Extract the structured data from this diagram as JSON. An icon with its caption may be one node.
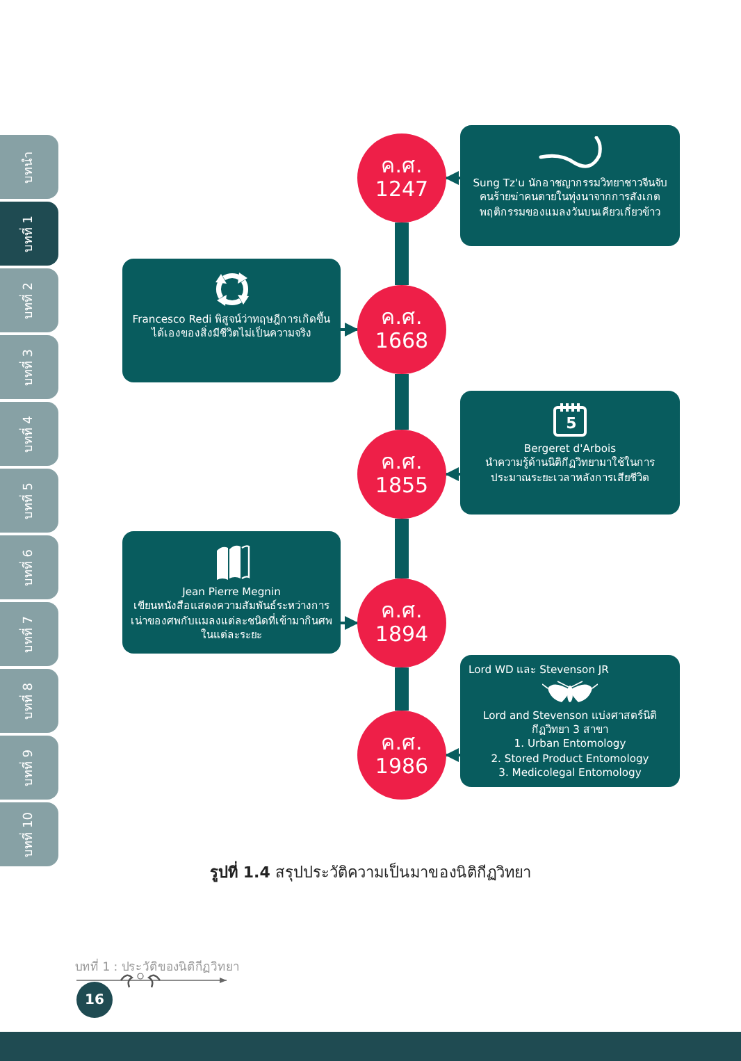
{
  "diagram": {
    "caption": "**รูปที่ 1.4** สรุปประวัติความเป็นมาของนิติกีฏวิทยา",
    "nodes": [
      {
        "text": [
          "ค.ศ. 1247"
        ]
      },
      {
        "text": [
          "Sung Tz'u นักอาชญากรรมวิทยาชาวจีนจับคนร้ายฆ่าคนตายในทุ่งนาจากการสังเกตพฤติกรรมของแมลงวันบนเคียวเกี่ยวข้าว"
        ]
      },
      {
        "text": [
          "Francesco Redi พิสูจน์ว่าทฤษฎีการเกิดขึ้นได้เองของสิ่งมีชีวิตไม่เป็นความจริง"
        ]
      },
      {
        "text": [
          "ค.ศ. 1668"
        ]
      },
      {
        "text": [
          "ค.ศ. 1855"
        ]
      },
      {
        "text": [
          "Bergeret d'Arbois",
          "นำความรู้ด้านนิติกีฏวิทยามาใช้ในการประมาณระยะเวลาหลังการเสียชีวิต"
        ]
      },
      {
        "text": [
          "Jean Pierre Megnin",
          "เขียนหนังสือแสดงความสัมพันธ์ระหว่างการเน่าของศพกับแมลงแต่ละชนิดที่เข้ามากินศพในแต่ละระยะ"
        ]
      },
      {
        "text": [
          "ค.ศ. 1894"
        ]
      },
      {
        "text": [
          "Lord WD และ Stevenson JR",
          "Lord and Stevenson แบ่งศาสตร์นิติกีฏวิทยา 3 สาขา",
          "1. Urban Entomology",
          "2. Stored Product Entomology",
          "3. Medicolegal Entomology"
        ]
      },
      {
        "text": [
          "ค.ศ. 1986"
        ]
      }
    ],
    "edges": [
      {
        "from": 0,
        "to": 3,
        "arrow": "none",
        "style": "thick"
      },
      {
        "from": 3,
        "to": 4,
        "arrow": "none",
        "style": "thick"
      },
      {
        "from": 4,
        "to": 7,
        "arrow": "none",
        "style": "thick"
      },
      {
        "from": 7,
        "to": 9,
        "arrow": "none",
        "style": "thick"
      },
      {
        "from": 1,
        "to": 0,
        "arrow": "to"
      },
      {
        "from": 2,
        "to": 3,
        "arrow": "to"
      },
      {
        "from": 5,
        "to": 4,
        "arrow": "to"
      },
      {
        "from": 6,
        "to": 7,
        "arrow": "to"
      },
      {
        "from": 8,
        "to": 9,
        "arrow": "to"
      }
    ],
    "labels": [
      "บทนำ",
      "บทที่ 1",
      "บทที่ 2",
      "บทที่ 3",
      "บทที่ 4",
      "บทที่ 5",
      "บทที่ 6",
      "บทที่ 7",
      "บทที่ 8",
      "บทที่ 9",
      "บทที่ 10",
      "5",
      "บทที่ 1 : ประวัติของนิติกีฏวิทยา",
      "16"
    ]
  }
}
